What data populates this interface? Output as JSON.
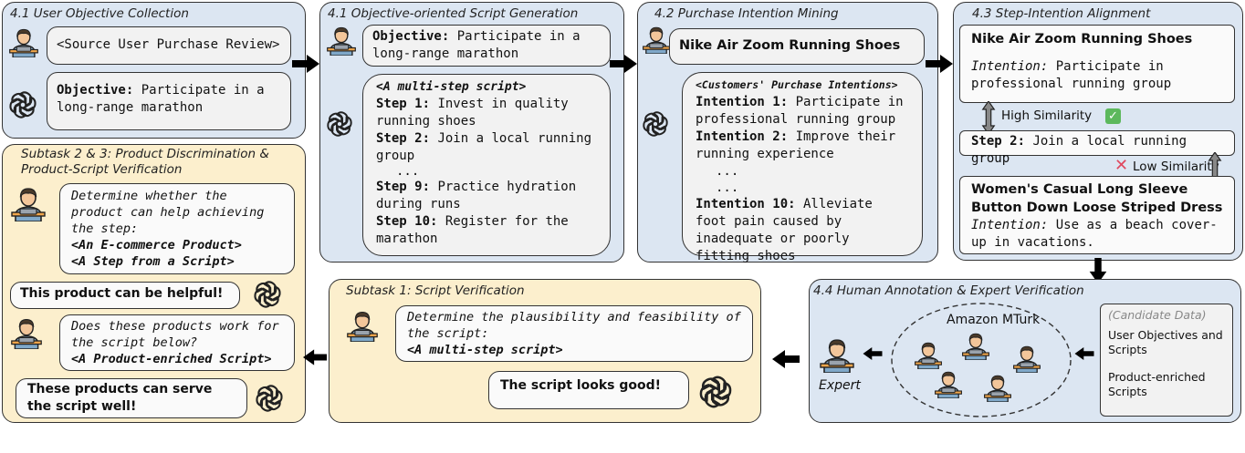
{
  "panel41": {
    "title": "4.1 User Objective Collection",
    "review": "<Source User Purchase Review>",
    "objective_label": "Objective:",
    "objective_text": " Participate in a long-range marathon"
  },
  "panel41b": {
    "title": "4.1 Objective-oriented Script Generation",
    "objective_label": "Objective:",
    "objective_text": " Participate in a long-range marathon",
    "script_header": "<A multi-step script>",
    "steps": [
      {
        "label": "Step 1:",
        "text": " Invest in quality running shoes"
      },
      {
        "label": "Step 2:",
        "text": "  Join a local running group"
      },
      {
        "label": "Step 9:",
        "text": " Practice hydration during runs"
      },
      {
        "label": "Step 10:",
        "text": " Register for the marathon"
      }
    ],
    "ellipsis": "..."
  },
  "panel42": {
    "title": "4.2 Purchase Intention Mining",
    "product": "Nike Air Zoom Running Shoes",
    "header": "<Customers' Purchase Intentions>",
    "intentions": [
      {
        "label": "Intention 1:",
        "text": " Participate in professional running group"
      },
      {
        "label": "Intention 2:",
        "text": " Improve their running experience"
      },
      {
        "label": "Intention 10:",
        "text": " Alleviate foot pain caused by inadequate or poorly fitting shoes"
      }
    ],
    "ellipsis": "..."
  },
  "panel43": {
    "title": "4.3 Step-Intention Alignment",
    "product1": "Nike Air Zoom Running Shoes",
    "intention_label": "Intention:",
    "intention1": " Participate in professional running group",
    "high_similarity": "High Similarity",
    "step_label": "Step 2:",
    "step_text": " Join a local running group",
    "low_similarity": "Low Similarity",
    "product2": "Women's Casual Long Sleeve Button Down Loose Striped Dress",
    "intention2": " Use as a beach cover-up in vacations."
  },
  "panel44": {
    "title": "4.4 Human Annotation & Expert Verification",
    "mturk": "Amazon MTurk",
    "expert": "Expert",
    "candidate_header": "(Candidate Data)",
    "candidate1": "User Objectives and Scripts",
    "candidate2": "Product-enriched Scripts"
  },
  "subtask1": {
    "title": "Subtask 1: Script Verification",
    "question": "Determine the plausibility and feasibility of the script:",
    "script": "<A multi-step script>",
    "answer": "The script looks good!"
  },
  "subtask23": {
    "title_line1": "Subtask 2 & 3: Product Discrimination &",
    "title_line2": "Product-Script Verification",
    "q1": "Determine whether the product can help achieving the step:",
    "q1_product": "<An E-commerce Product>",
    "q1_step": "<A Step from a Script>",
    "a1": "This product can be helpful!",
    "q2": "Does these products work for the script below?",
    "q2_script": "<A Product-enriched Script>",
    "a2": "These products can serve the script well!"
  },
  "colors": {
    "blue_panel": "#dce6f2",
    "yellow_panel": "#fcefcd",
    "check": "#5cb85c",
    "cross": "#e0485f"
  },
  "icons": [
    "user-avatar-icon",
    "openai-logo-icon",
    "arrow-icon",
    "check-icon",
    "cross-icon",
    "double-arrow-icon"
  ]
}
